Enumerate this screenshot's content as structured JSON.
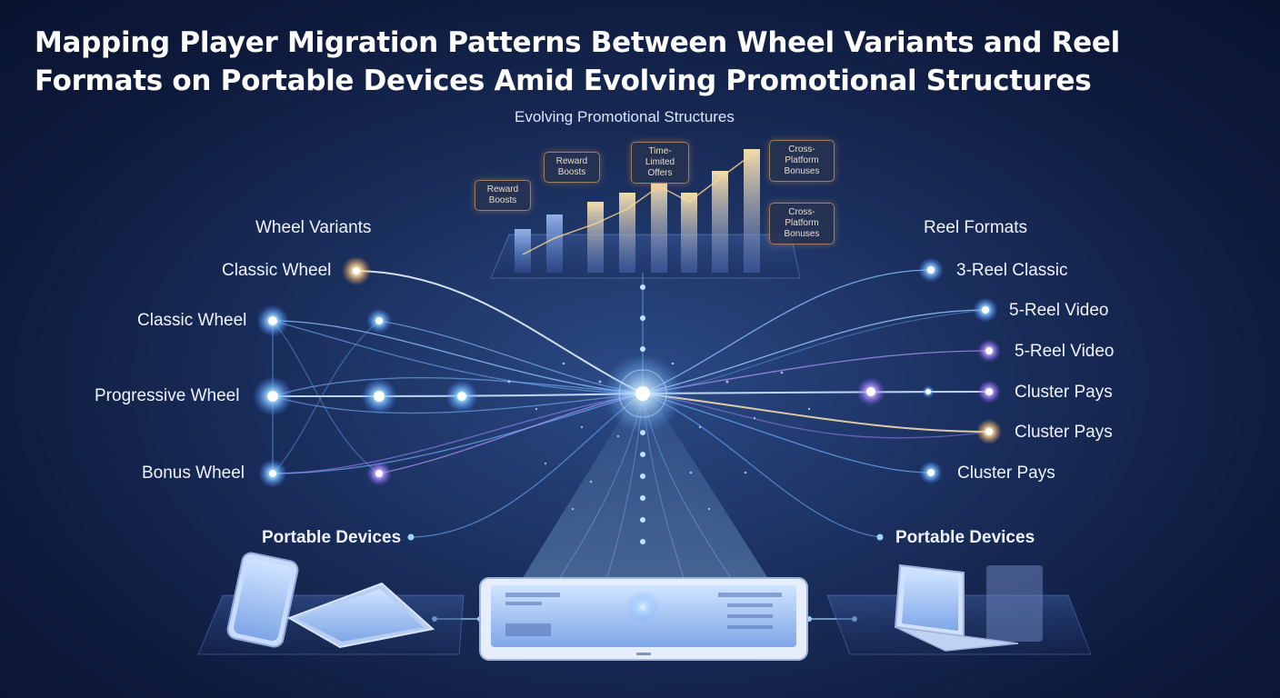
{
  "title": "Mapping Player Migration Patterns Between Wheel Variants and Reel Formats on Portable Devices Amid Evolving Promotional Structures",
  "promo": {
    "heading": "Evolving Promotional Structures",
    "callouts": [
      "Reward Boosts",
      "Reward Boosts",
      "Time-Limited Offers",
      "Cross-Platform Bonuses",
      "Cross-Platform Bonuses"
    ]
  },
  "wheels": {
    "heading": "Wheel Variants",
    "items": [
      "Classic Wheel",
      "Classic Wheel",
      "Progressive Wheel",
      "Bonus Wheel"
    ]
  },
  "reels": {
    "heading": "Reel Formats",
    "items": [
      "3-Reel Classic",
      "5-Reel Video",
      "5-Reel Video",
      "Cluster Pays",
      "Cluster Pays",
      "Cluster Pays"
    ]
  },
  "devices": {
    "left_label": "Portable Devices",
    "right_label": "Portable Devices"
  },
  "colors": {
    "node_blue": "#7fc8ff",
    "node_purple": "#b79bff",
    "node_gold": "#ffd98a",
    "bar_gold": "#ffcf7a"
  }
}
